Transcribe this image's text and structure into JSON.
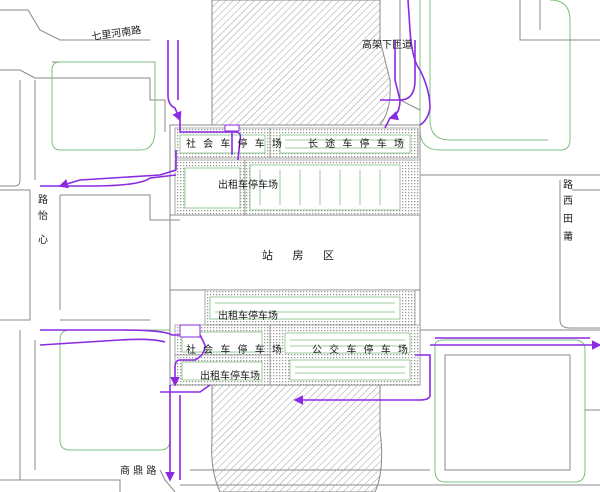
{
  "roads": {
    "qili_he_nan_lu": "七里河南路",
    "gaojia_xia_zadao": "高架下匝道",
    "xin_yi_lu_chars": [
      "心",
      "怡",
      "路"
    ],
    "putian_xi_lu_chars": [
      "莆",
      "田",
      "西",
      "路"
    ],
    "shang_ding_lu": "商 鼎 路"
  },
  "areas": {
    "north_social_parking": "社 会 车 停 车 场",
    "north_long_distance_parking": "长 途 车 停 车 场",
    "north_taxi_parking": "出租车停车场",
    "station_zone": "站 房 区",
    "south_taxi_parking_top": "出租车停车场",
    "south_social_parking": "社 会 车 停 车 场",
    "south_bus_parking": "公 交 车 停 车 场",
    "south_taxi_parking_bottom": "出租车停车场"
  },
  "colors": {
    "road_line": "#8a8a8a",
    "block_green": "#7fbf7f",
    "route": "#8a2be2",
    "hatch": "#9a9a9a",
    "parking_grey": "#c8c8c8",
    "background": "#ffffff"
  }
}
